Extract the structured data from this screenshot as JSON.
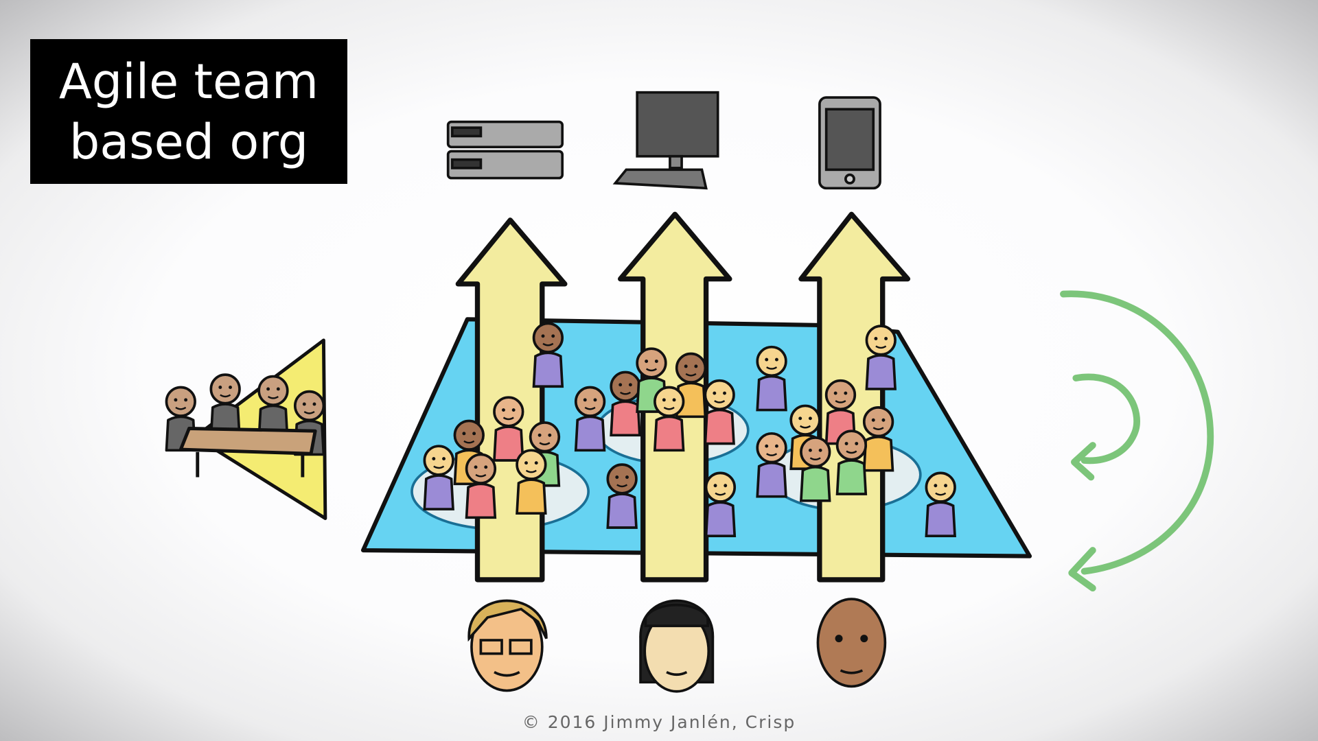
{
  "title": {
    "line1": "Agile team",
    "line2": "based org"
  },
  "copyright": "© 2016 Jimmy Janlén, Crisp",
  "products": [
    "server-icon",
    "desktop-computer-icon",
    "tablet-icon"
  ],
  "colors": {
    "arrow_yellow": "#f3ec9f",
    "platform_blue": "#66d3f2",
    "team_circle": "#e3eef1",
    "loop_green": "#7cc57a",
    "leadership_yellow": "#f4ec72",
    "title_bg": "#000000"
  }
}
